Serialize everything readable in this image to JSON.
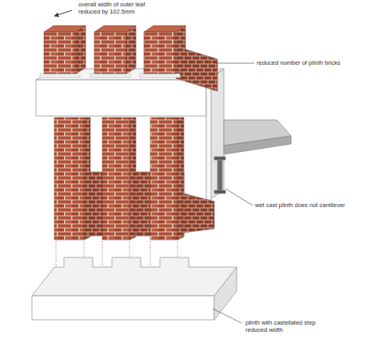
{
  "diagram": {
    "labels": [
      "overall width of outer leaf reduced by 102.5mm",
      "reduced number of plinth bricks",
      "wet cast plinth does not cantilever",
      "plinth with castellated step reduced width"
    ]
  }
}
